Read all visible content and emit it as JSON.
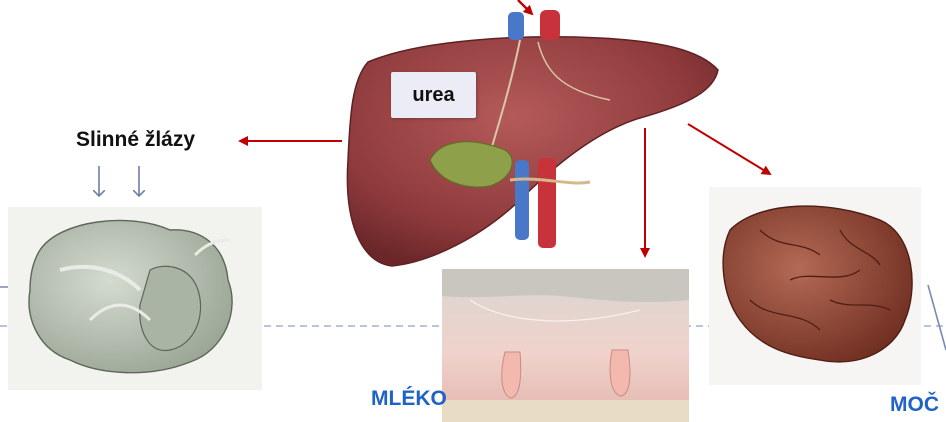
{
  "labels": {
    "salivary_glands": "Slinné žlázy",
    "urea": "urea",
    "milk": "MLÉKO",
    "urine": "MOČ"
  },
  "colors": {
    "arrow": "#c00000",
    "label_blue": "#1f63c6",
    "guide_line": "#8aa0c8",
    "liver": "#8e3a3c",
    "gallbladder": "#8fa04a",
    "kidney": "#8a3b2a",
    "gland": "#b9c2b2"
  },
  "images": [
    {
      "name": "liver",
      "icon": "liver-illustration"
    },
    {
      "name": "salivary-gland",
      "icon": "salivary-gland-illustration"
    },
    {
      "name": "udder",
      "icon": "cow-udder-photo"
    },
    {
      "name": "kidney",
      "icon": "kidney-photo"
    }
  ]
}
